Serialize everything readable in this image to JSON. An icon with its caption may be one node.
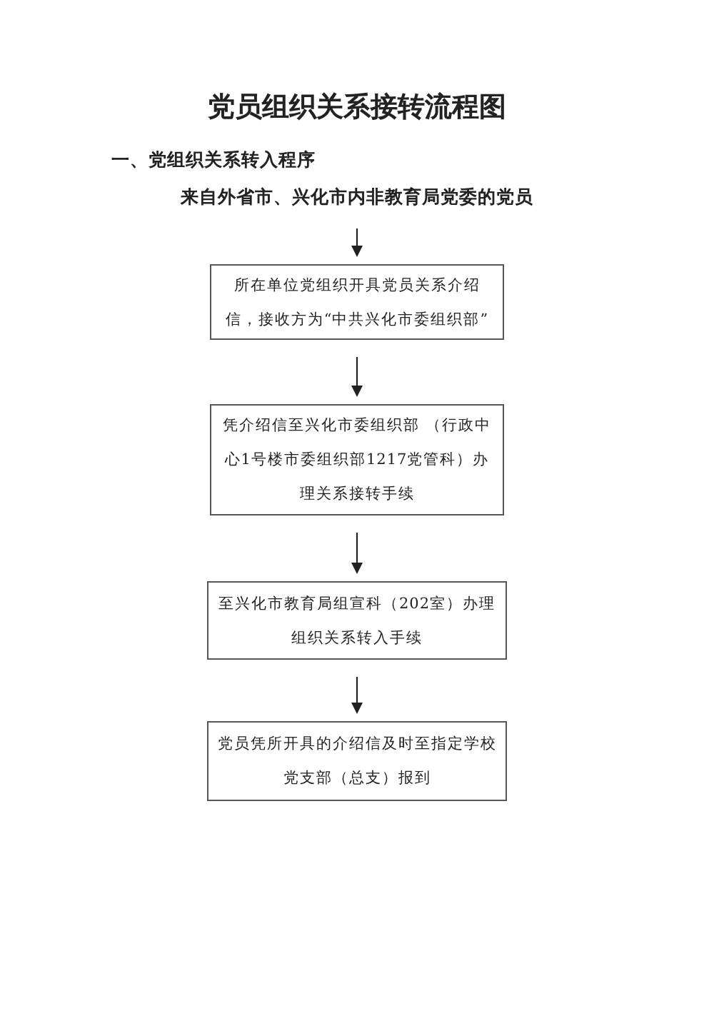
{
  "diagram": {
    "title": "党员组织关系接转流程图",
    "nodes": [
      {
        "text": [
          "来自外省市、兴化市内非教育局党委的党员"
        ]
      },
      {
        "text": [
          "所在单位党组织开具党员关系介绍信，接收方为“中共兴化市委组织部”"
        ]
      },
      {
        "text": [
          "凭介绍信至兴化市委组织部 （行政中心1号楼市委组织部1217党管科）办理关系接转手续"
        ]
      },
      {
        "text": [
          "至兴化市教育局组宣科（202室）办理组织关系转入手续"
        ]
      },
      {
        "text": [
          "党员凭所开具的介绍信及时至指定学校党支部（总支）报到"
        ]
      }
    ],
    "edges": [
      {
        "from": 0,
        "to": 1,
        "arrow": "to"
      },
      {
        "from": 1,
        "to": 2,
        "arrow": "to"
      },
      {
        "from": 2,
        "to": 3,
        "arrow": "to"
      },
      {
        "from": 3,
        "to": 4,
        "arrow": "to"
      }
    ],
    "labels": [
      "一、党组织关系转入程序"
    ]
  }
}
